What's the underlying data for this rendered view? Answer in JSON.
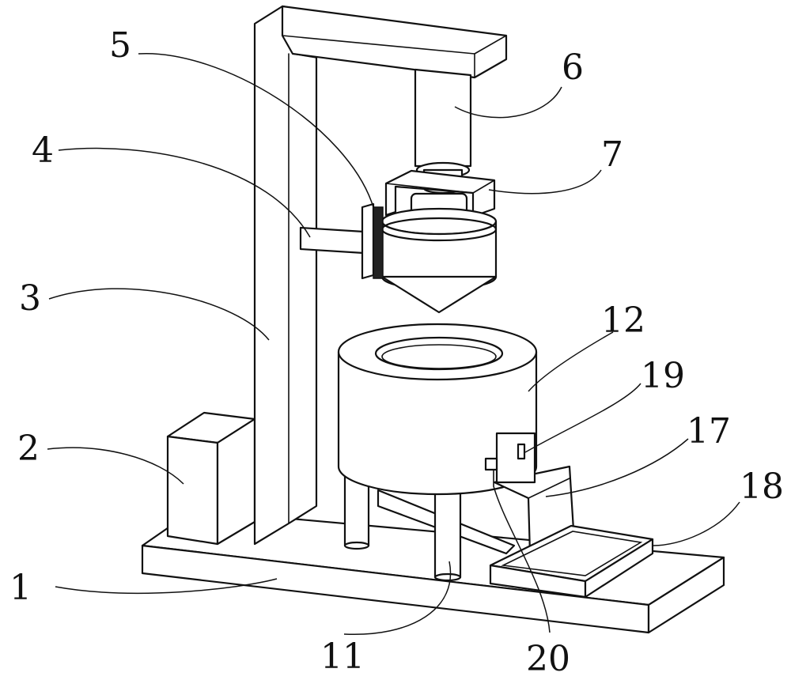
{
  "figure": {
    "parts": [
      {
        "id": "base",
        "label": "1"
      },
      {
        "id": "box",
        "label": "2"
      },
      {
        "id": "column",
        "label": "3"
      },
      {
        "id": "arm",
        "label": "4"
      },
      {
        "id": "brush",
        "label": "5"
      },
      {
        "id": "cylinder",
        "label": "6"
      },
      {
        "id": "clamp",
        "label": "7"
      },
      {
        "id": "leg",
        "label": "11"
      },
      {
        "id": "drum",
        "label": "12"
      },
      {
        "id": "chute",
        "label": "17"
      },
      {
        "id": "tray",
        "label": "18"
      },
      {
        "id": "latch",
        "label": "19"
      },
      {
        "id": "sensor",
        "label": "20"
      }
    ]
  }
}
